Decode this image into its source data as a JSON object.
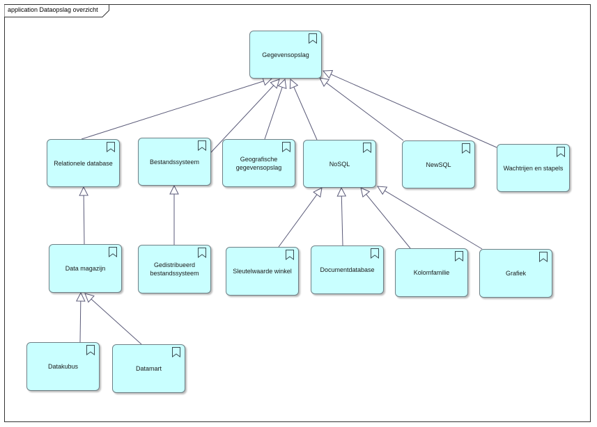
{
  "diagram": {
    "title": "application Dataopslag overzicht",
    "colors": {
      "node_fill": "#c9ffff",
      "node_border": "#6e7f85",
      "edge": "#5a5a78",
      "arrowhead": "#ffffff"
    },
    "nodes": [
      {
        "id": "gegevensopslag",
        "label": "Gegevensopslag"
      },
      {
        "id": "relationele-database",
        "label": "Relationele database"
      },
      {
        "id": "bestandssysteem",
        "label": "Bestandssysteem"
      },
      {
        "id": "geografische-gegevensopslag",
        "label": "Geografische\ngegevensopslag"
      },
      {
        "id": "nosql",
        "label": "NoSQL"
      },
      {
        "id": "newsql",
        "label": "NewSQL"
      },
      {
        "id": "wachtrijen-en-stapels",
        "label": "Wachtrijen en stapels"
      },
      {
        "id": "data-magazijn",
        "label": "Data magazijn"
      },
      {
        "id": "gedistribueerd-bestandssysteem",
        "label": "Gedistribueerd\nbestandssysteem"
      },
      {
        "id": "sleutelwaarde-winkel",
        "label": "Sleutelwaarde winkel"
      },
      {
        "id": "documentdatabase",
        "label": "Documentdatabase"
      },
      {
        "id": "kolomfamilie",
        "label": "Kolomfamilie"
      },
      {
        "id": "grafiek",
        "label": "Grafiek"
      },
      {
        "id": "datakubus",
        "label": "Datakubus"
      },
      {
        "id": "datamart",
        "label": "Datamart"
      }
    ],
    "edges": [
      {
        "from": "relationele-database",
        "to": "gegevensopslag",
        "type": "specialization"
      },
      {
        "from": "bestandssysteem",
        "to": "gegevensopslag",
        "type": "specialization"
      },
      {
        "from": "geografische-gegevensopslag",
        "to": "gegevensopslag",
        "type": "specialization"
      },
      {
        "from": "nosql",
        "to": "gegevensopslag",
        "type": "specialization"
      },
      {
        "from": "newsql",
        "to": "gegevensopslag",
        "type": "specialization"
      },
      {
        "from": "wachtrijen-en-stapels",
        "to": "gegevensopslag",
        "type": "specialization"
      },
      {
        "from": "data-magazijn",
        "to": "relationele-database",
        "type": "specialization"
      },
      {
        "from": "gedistribueerd-bestandssysteem",
        "to": "bestandssysteem",
        "type": "specialization"
      },
      {
        "from": "sleutelwaarde-winkel",
        "to": "nosql",
        "type": "specialization"
      },
      {
        "from": "documentdatabase",
        "to": "nosql",
        "type": "specialization"
      },
      {
        "from": "kolomfamilie",
        "to": "nosql",
        "type": "specialization"
      },
      {
        "from": "grafiek",
        "to": "nosql",
        "type": "specialization"
      },
      {
        "from": "datakubus",
        "to": "data-magazijn",
        "type": "specialization"
      },
      {
        "from": "datamart",
        "to": "data-magazijn",
        "type": "specialization"
      }
    ]
  }
}
